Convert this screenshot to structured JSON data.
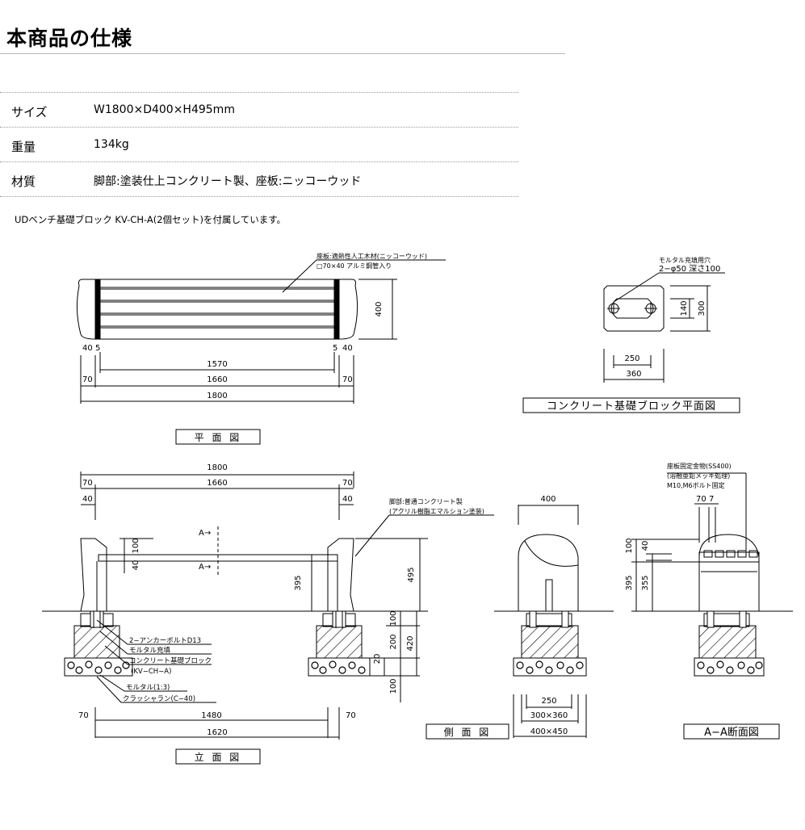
{
  "page": {
    "title": "本商品の仕様",
    "note": "UDベンチ基礎ブロック KV-CH-A(2個セット)を付属しています。"
  },
  "specs": [
    {
      "label": "サイズ",
      "value": "W1800×D400×H495mm"
    },
    {
      "label": "重量",
      "value": "134kg"
    },
    {
      "label": "材質",
      "value": "脚部:塗装仕上コンクリート製、座板:ニッコーウッド"
    }
  ],
  "drawing": {
    "plan": {
      "title": "平 面 図",
      "leader1": "座板:適熱性人工木材(ニッコーウッド)",
      "leader2": "□70×40 アルミ鋼管入り",
      "dims": {
        "d400": "400",
        "l40": "40",
        "l5": "5",
        "r5": "5",
        "r40": "40",
        "d1570": "1570",
        "l70": "70",
        "d1660": "1660",
        "r70": "70",
        "d1800": "1800"
      }
    },
    "block_plan": {
      "title": "コンクリート基礎ブロック平面図",
      "leader1": "モルタル充填用穴",
      "leader2": "2−φ50 深さ100",
      "dims": {
        "d140": "140",
        "d300": "300",
        "d250": "250",
        "d360": "360"
      }
    },
    "elevation": {
      "title": "立 面 図",
      "dims": {
        "d1800": "1800",
        "d1660": "1660",
        "l70": "70",
        "r70": "70",
        "l40": "40",
        "r40": "40",
        "d100": "100",
        "d40": "40",
        "d395": "395",
        "d495": "495",
        "d100b": "100",
        "d200": "200",
        "d420": "420",
        "d20": "20",
        "d100c": "100",
        "b70": "70",
        "d1480": "1480",
        "b70r": "70",
        "d1620": "1620"
      },
      "section_mark_top": "A→",
      "section_mark_bottom": "A→",
      "leg_leader1": "脚部:普通コンクリート製",
      "leg_leader2": "(アクリル樹脂エマルション塗装)",
      "labels": {
        "anchor": "2−アンカーボルトD13",
        "mortar_fill": "モルタル充填",
        "block": "コンクリート基礎ブロック",
        "block_code": "(KV−CH−A)",
        "mortar": "モルタル(1:3)",
        "crusher": "クラッシャラン(C−40)"
      }
    },
    "side": {
      "title": "側 面 図",
      "dims": {
        "d400": "400",
        "d250": "250",
        "d300x360": "300×360",
        "d400x450": "400×450"
      }
    },
    "section": {
      "title": "A−A断面図",
      "leader1": "座板固定金物(SS400)",
      "leader2": "(溶融亜鉛メッキ処理)",
      "leader3": "M10,M6ボルト固定",
      "dims": {
        "d70": "70",
        "d7": "7",
        "d100": "100",
        "d40": "40",
        "d395": "395",
        "d355": "355"
      }
    }
  }
}
